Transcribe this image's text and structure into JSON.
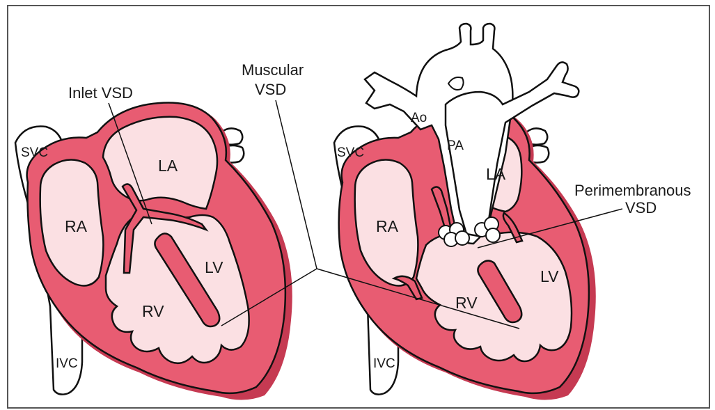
{
  "colors": {
    "wall": "#e85c72",
    "wall_dark": "#c63a52",
    "cavity": "#fbe0e3",
    "vessel": "#ffffff",
    "outline": "#111111",
    "frame": "#555555"
  },
  "left_heart": {
    "labels": {
      "svc": "SVC",
      "ivc": "IVC",
      "ra": "RA",
      "la": "LA",
      "lv": "LV",
      "rv": "RV"
    },
    "callout": "Inlet VSD"
  },
  "right_heart": {
    "labels": {
      "svc": "SVC",
      "ivc": "IVC",
      "ra": "RA",
      "la": "LA",
      "lv": "LV",
      "rv": "RV",
      "ao": "Ao",
      "pa": "PA"
    },
    "callout_line1": "Perimembranous",
    "callout_line2": "VSD"
  },
  "shared_callout": {
    "line1": "Muscular",
    "line2": "VSD"
  }
}
